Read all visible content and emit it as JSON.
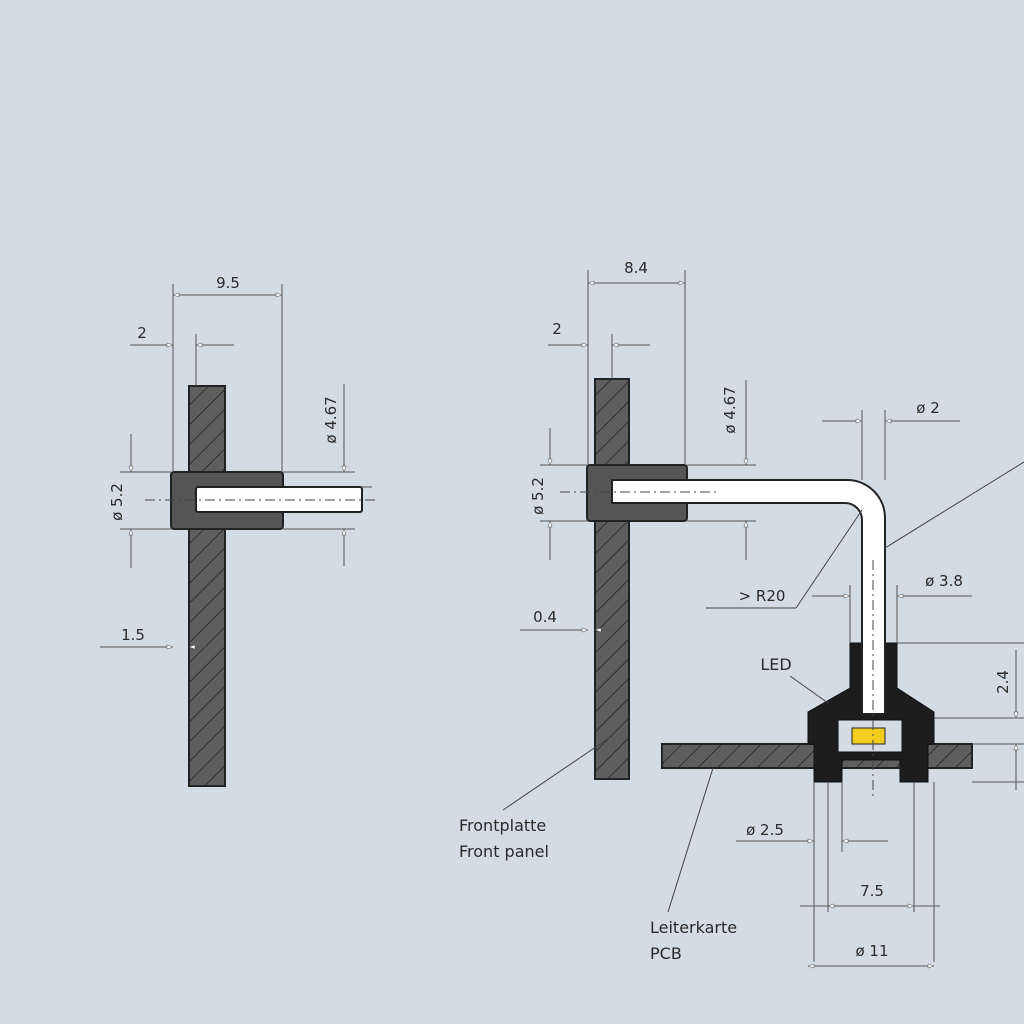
{
  "dimensions": {
    "left_width_total": "9.5",
    "left_offset": "2",
    "left_pipe_dia": "ø 4.67",
    "left_holder_dia": "ø 5.2",
    "left_panel_thickness": "1.5",
    "right_width_total": "8.4",
    "right_offset": "2",
    "right_pipe_dia": "ø 4.67",
    "right_holder_dia": "ø 5.2",
    "right_gap": "0.4",
    "pipe_tip_dia": "ø 2",
    "bend_radius": "> R20",
    "guide_dia": "ø 3.8",
    "height": "2.4",
    "pin_dia": "ø 2.5",
    "pin_spacing": "7.5",
    "base_dia": "ø 11"
  },
  "labels": {
    "led": "LED",
    "front_panel_de": "Frontplatte",
    "front_panel_en": "Front panel",
    "pcb_de": "Leiterkarte",
    "pcb_en": "PCB"
  },
  "colors": {
    "background": "#d3dbe5",
    "led_chip": "#f2cc1f",
    "part_black": "#1d1d1d",
    "holder_gray": "#555555"
  }
}
